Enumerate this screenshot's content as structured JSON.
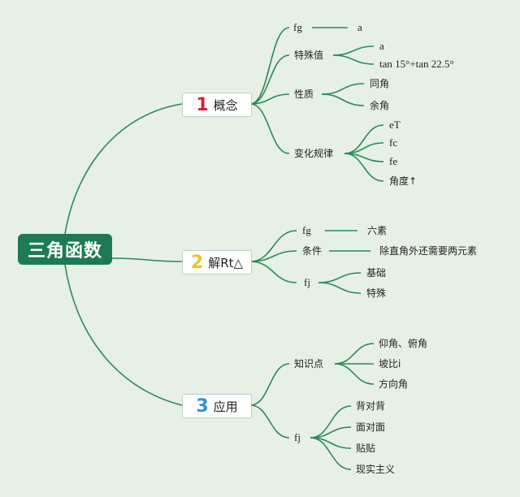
{
  "root": {
    "label": "三角函数"
  },
  "branches": [
    {
      "number": "1",
      "label": "概念",
      "number_color": "#d5213a",
      "children": [
        {
          "label": "fg",
          "children": [
            "a"
          ]
        },
        {
          "label": "特殊值",
          "children": [
            "a",
            "tan 15°+tan 22.5°"
          ]
        },
        {
          "label": "性质",
          "children": [
            "同角",
            "余角"
          ]
        },
        {
          "label": "变化规律",
          "children": [
            "eT",
            "fc",
            "fe",
            "角度↑"
          ]
        }
      ]
    },
    {
      "number": "2",
      "label": "解Rt△",
      "number_color": "#f2c12e",
      "children": [
        {
          "label": "fg",
          "children": [
            "六素"
          ]
        },
        {
          "label": "条件",
          "children": [
            "除直角外还需要两元素"
          ]
        },
        {
          "label": "fj",
          "children": [
            "基础",
            "特殊"
          ]
        }
      ]
    },
    {
      "number": "3",
      "label": "应用",
      "number_color": "#2f8fd3",
      "children": [
        {
          "label": "知识点",
          "children": [
            "仰角、俯角",
            "坡比i",
            "方向角"
          ]
        },
        {
          "label": "fj",
          "children": [
            "背对背",
            "面对面",
            "贴贴",
            "现实主义"
          ]
        }
      ]
    }
  ],
  "colors": {
    "link": "#2a8a55",
    "root_bg": "#1d7a55",
    "background": "#e7f0e5"
  }
}
